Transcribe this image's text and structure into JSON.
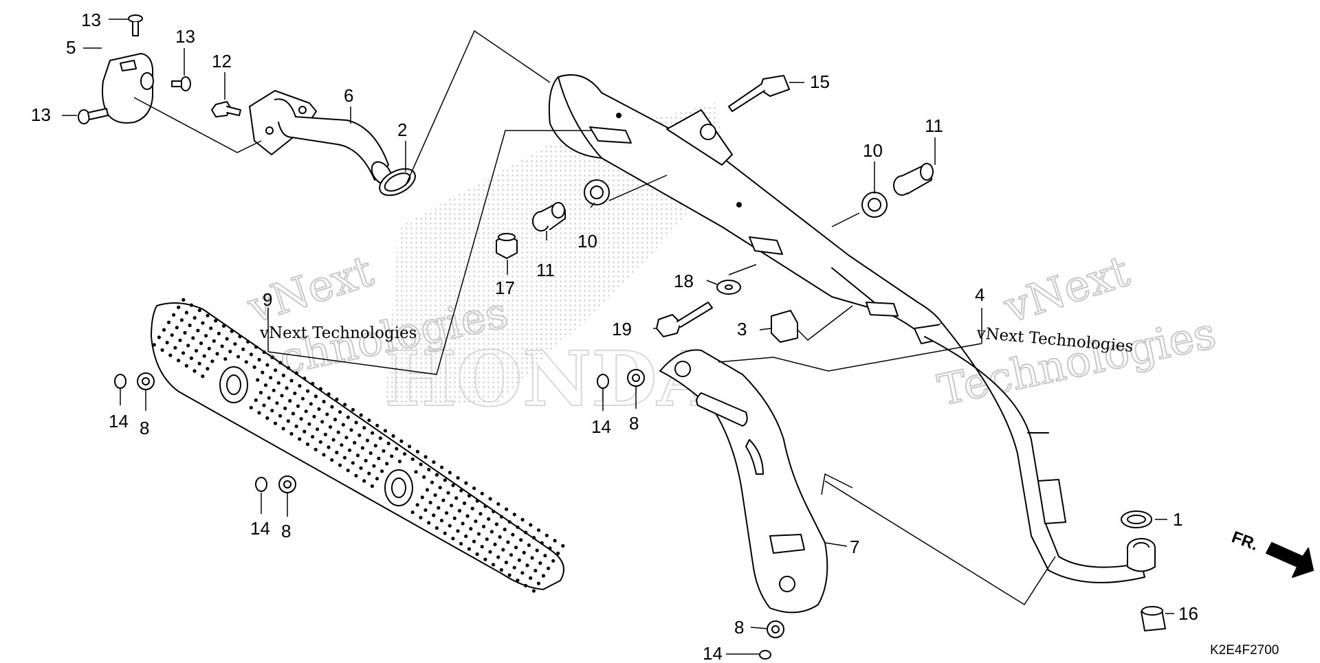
{
  "diagram": {
    "code": "K2E4F2700",
    "direction_label": "FR.",
    "watermark": {
      "line1": "vNext",
      "line2": "Technologies",
      "caption": "vNext Technologies"
    },
    "callouts": {
      "c1": "1",
      "c2": "2",
      "c3": "3",
      "c4": "4",
      "c5": "5",
      "c6": "6",
      "c7": "7",
      "c8a": "8",
      "c8b": "8",
      "c8c": "8",
      "c8d": "8",
      "c9": "9",
      "c10a": "10",
      "c10b": "10",
      "c11a": "11",
      "c11b": "11",
      "c12": "12",
      "c13a": "13",
      "c13b": "13",
      "c13c": "13",
      "c14a": "14",
      "c14b": "14",
      "c14c": "14",
      "c14d": "14",
      "c15": "15",
      "c16": "16",
      "c17": "17",
      "c18": "18",
      "c19": "19"
    },
    "colors": {
      "line": "#000000",
      "watermark": "#c8c8c8",
      "dots": "#b4b4b4"
    }
  }
}
